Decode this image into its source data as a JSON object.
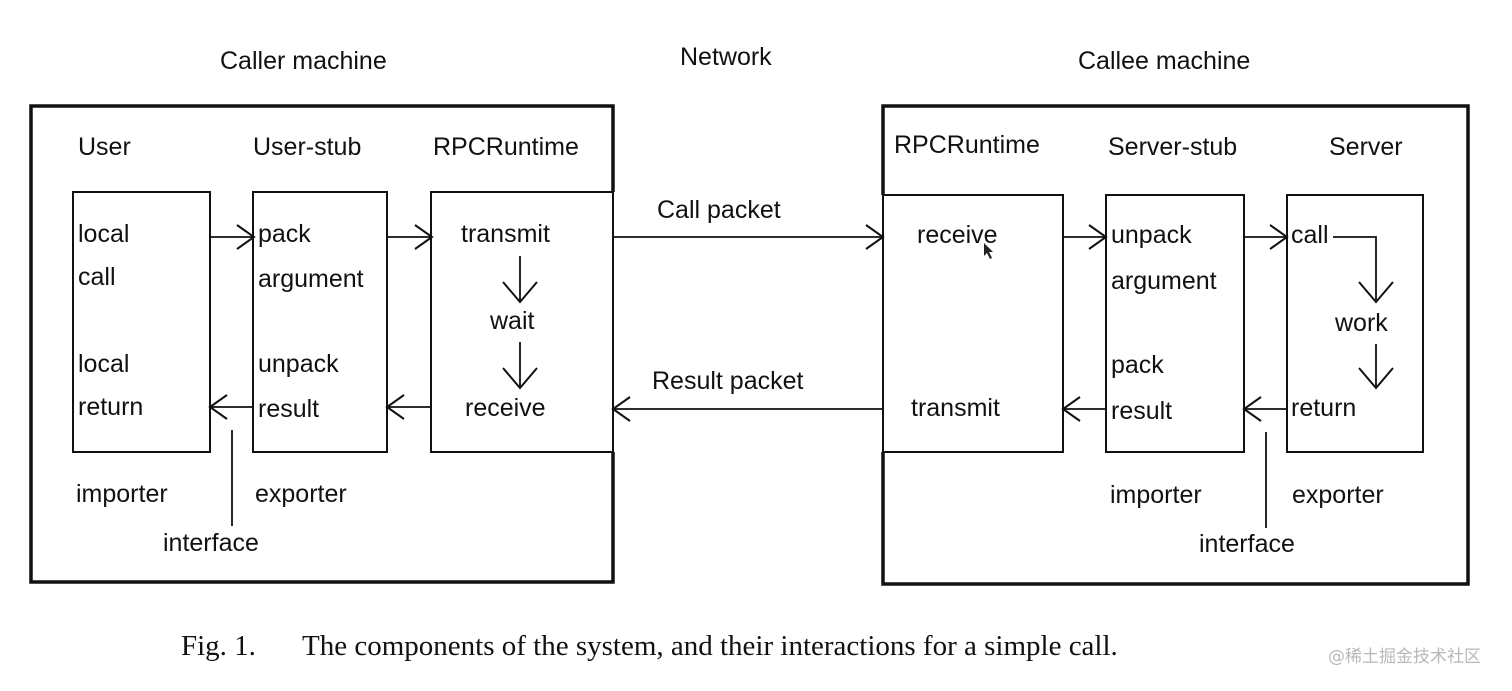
{
  "headers": {
    "caller": "Caller machine",
    "network": "Network",
    "callee": "Callee machine"
  },
  "caller": {
    "user": "User",
    "user_stub": "User-stub",
    "runtime": "RPCRuntime",
    "user_box": [
      "local",
      "call",
      "local",
      "return"
    ],
    "stub_box": [
      "pack",
      "argument",
      "unpack",
      "result"
    ],
    "runtime_box": [
      "transmit",
      "wait",
      "receive"
    ],
    "importer": "importer",
    "exporter": "exporter",
    "interface": "interface"
  },
  "callee": {
    "runtime": "RPCRuntime",
    "server_stub": "Server-stub",
    "server": "Server",
    "runtime_box": [
      "receive",
      "transmit"
    ],
    "stub_box": [
      "unpack",
      "argument",
      "pack",
      "result"
    ],
    "server_box": [
      "call",
      "work",
      "return"
    ],
    "importer": "importer",
    "exporter": "exporter",
    "interface": "interface"
  },
  "network": {
    "call_packet": "Call packet",
    "result_packet": "Result packet"
  },
  "caption": {
    "label": "Fig. 1.",
    "text": "The components of the system, and their interactions for a simple call."
  },
  "watermark": "@稀土掘金技术社区"
}
